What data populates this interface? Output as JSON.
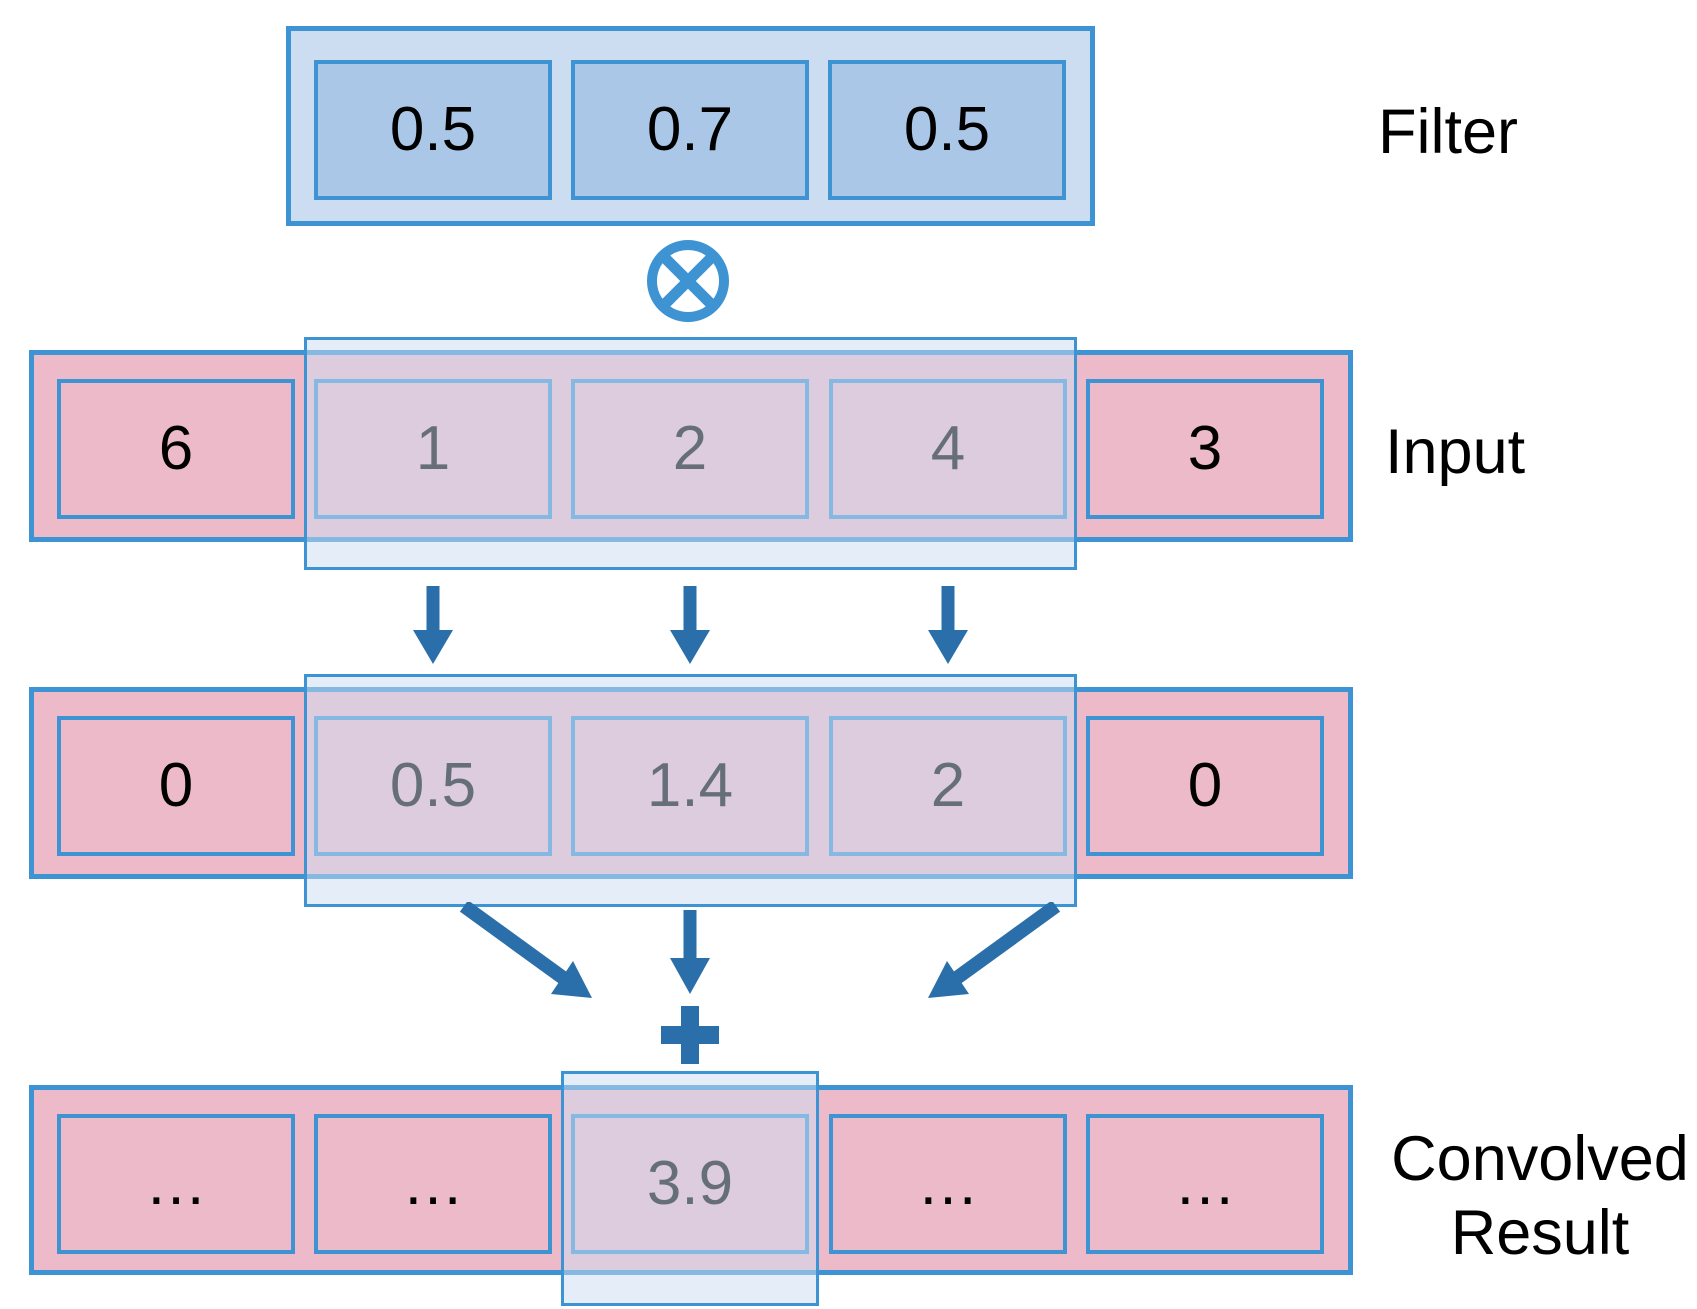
{
  "filter_row": {
    "label": "Filter",
    "cells": [
      "0.5",
      "0.7",
      "0.5"
    ]
  },
  "operators": {
    "multiply_symbol": "⊗",
    "plus_symbol": "+"
  },
  "input_row": {
    "label": "Input",
    "cells": [
      "6",
      "1",
      "2",
      "4",
      "3"
    ],
    "highlighted_cells": [
      "1",
      "2",
      "4"
    ]
  },
  "product_row": {
    "cells": [
      "0",
      "0.5",
      "1.4",
      "2",
      "0"
    ],
    "highlighted_cells": [
      "0.5",
      "1.4",
      "2"
    ]
  },
  "result_row": {
    "label_line1": "Convolved",
    "label_line2": "Result",
    "cells": [
      "…",
      "…",
      "3.9",
      "…",
      "…"
    ],
    "highlighted_cells": [
      "3.9"
    ]
  },
  "colors": {
    "border_blue": "#3e94d2",
    "arrow_blue": "#2a6fa9",
    "pink": "#edbac9",
    "filter_cell": "#abc7e8",
    "filter_outer": "#cdddf1",
    "overlay": "rgba(203,221,241,0.5)"
  }
}
